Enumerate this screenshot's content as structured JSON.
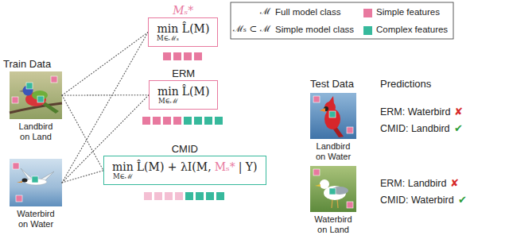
{
  "diagram": {
    "nodes": [
      {
        "text": [
          "Landbird on Land"
        ]
      },
      {
        "text": [
          "Waterbird on Water"
        ]
      },
      {
        "text": [
          "Mₛ*",
          "min",
          "M∈ℳₛ",
          "L̂(M)"
        ]
      },
      {
        "text": [
          "ERM",
          "min",
          "M∈ℳ",
          "L̂(M)"
        ]
      },
      {
        "text": [
          "CMID",
          "min",
          "M∈ℳ",
          "L̂(M) + λI(M,",
          "Mₛ*",
          "| Y)"
        ]
      },
      {
        "text": [
          "Landbird on Water"
        ]
      },
      {
        "text": [
          "Waterbird on Land"
        ]
      }
    ],
    "edges": [
      {
        "from": 0,
        "to": 2,
        "arrow": "none"
      },
      {
        "from": 0,
        "to": 3,
        "arrow": "none"
      },
      {
        "from": 0,
        "to": 4,
        "arrow": "none"
      },
      {
        "from": 1,
        "to": 2,
        "arrow": "none"
      },
      {
        "from": 1,
        "to": 3,
        "arrow": "none"
      },
      {
        "from": 1,
        "to": 4,
        "arrow": "none"
      }
    ],
    "labels": [
      "Train Data",
      "Test Data",
      "Predictions",
      "ERM: Waterbird",
      "✘",
      "CMID: Landbird",
      "✔",
      "ERM: Landbird",
      "✘",
      "CMID: Waterbird",
      "✔",
      "ℳ",
      "ℳₛ ⊂ ℳ"
    ],
    "legend": [
      {
        "text": "Full model class"
      },
      {
        "text": "Simple model class"
      },
      {
        "text": "Simple features",
        "color": "#e8799f"
      },
      {
        "text": "Complex features",
        "color": "#37b99c"
      }
    ]
  }
}
